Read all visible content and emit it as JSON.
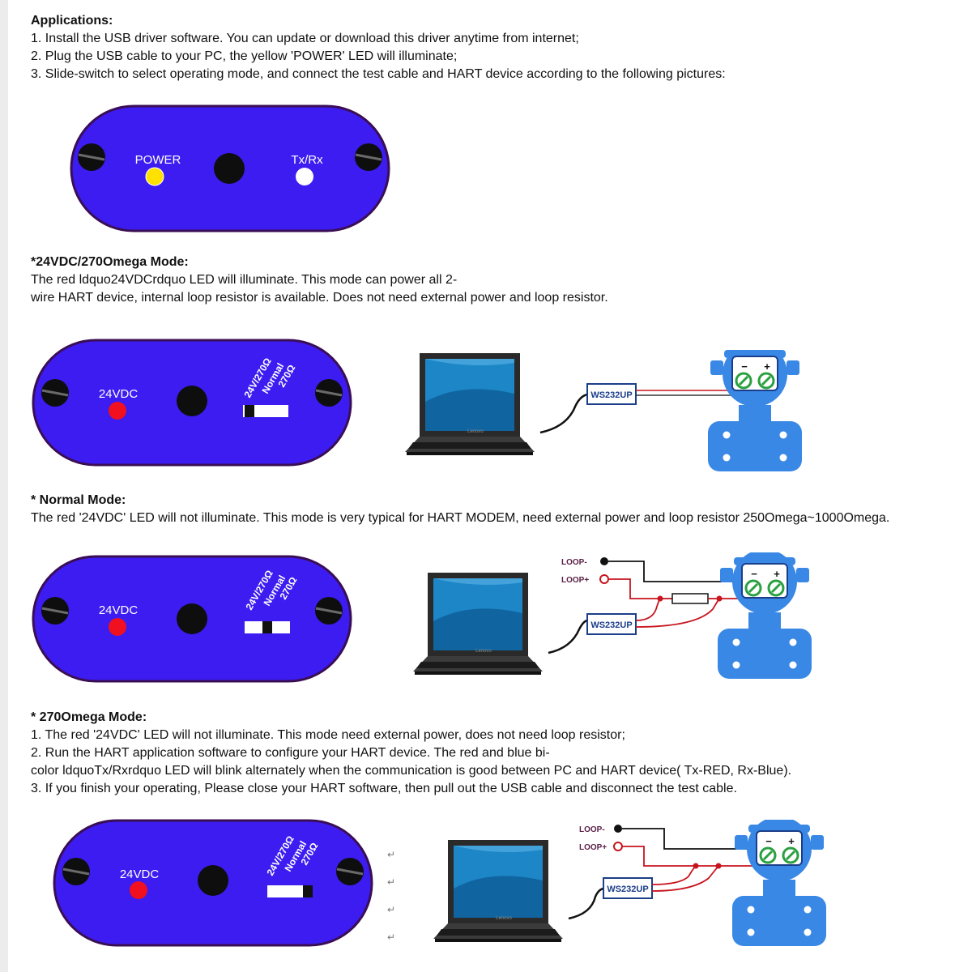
{
  "applications": {
    "heading": "Applications:",
    "steps": [
      "1. Install the USB driver software. You can update or download this driver anytime from internet;",
      "2. Plug the USB cable to your PC, the yellow 'POWER' LED will illuminate;",
      "3. Slide-switch to select operating mode, and connect the test cable and HART device according to the following pictures:"
    ]
  },
  "front_panel": {
    "power_label": "POWER",
    "txrx_label": "Tx/Rx"
  },
  "mode_24v": {
    "heading": "*24VDC/270Omega Mode:",
    "line1": "The red ldquo24VDCrdquo LED will illuminate. This mode can power all 2-",
    "line2": "wire HART device, internal loop resistor is available. Does not need external power and loop resistor."
  },
  "mode_normal": {
    "heading": "* Normal Mode:",
    "line1": "The red '24VDC' LED will not illuminate. This mode is very typical for HART MODEM, need external power and loop resistor 250Omega~1000Omega."
  },
  "mode_270": {
    "heading": "* 270Omega Mode:",
    "lines": [
      "1. The red '24VDC' LED will not illuminate. This mode need external power, does not need loop resistor;",
      "2. Run the HART application software to configure your HART device. The red and blue bi-",
      "color ldquoTx/Rxrdquo LED will blink alternately when the communication is good between PC and HART device( Tx-RED, Rx-Blue).",
      "3. If you finish your operating, Please close your HART software, then pull out the USB cable and disconnect the test cable."
    ]
  },
  "back_panel": {
    "led_label": "24VDC",
    "switch_labels": [
      "24V/270Ω",
      "Normal",
      "270Ω"
    ]
  },
  "wiring": {
    "modem_label": "WS232UP",
    "laptop_brand": "Lenovo",
    "loop_minus": "LOOP-",
    "loop_plus": "LOOP+",
    "term_minus": "−",
    "term_plus": "+",
    "return_mark": "↵"
  },
  "colors": {
    "panel_fill": "#3c1cf0",
    "panel_stroke": "#3a0e55",
    "power_led": "#ffe100",
    "red_led": "#f01020",
    "txrx_led": "#ffffff",
    "device_blue": "#3a88e6",
    "terminal_green": "#2aa040",
    "wire_red": "#c8141e"
  }
}
